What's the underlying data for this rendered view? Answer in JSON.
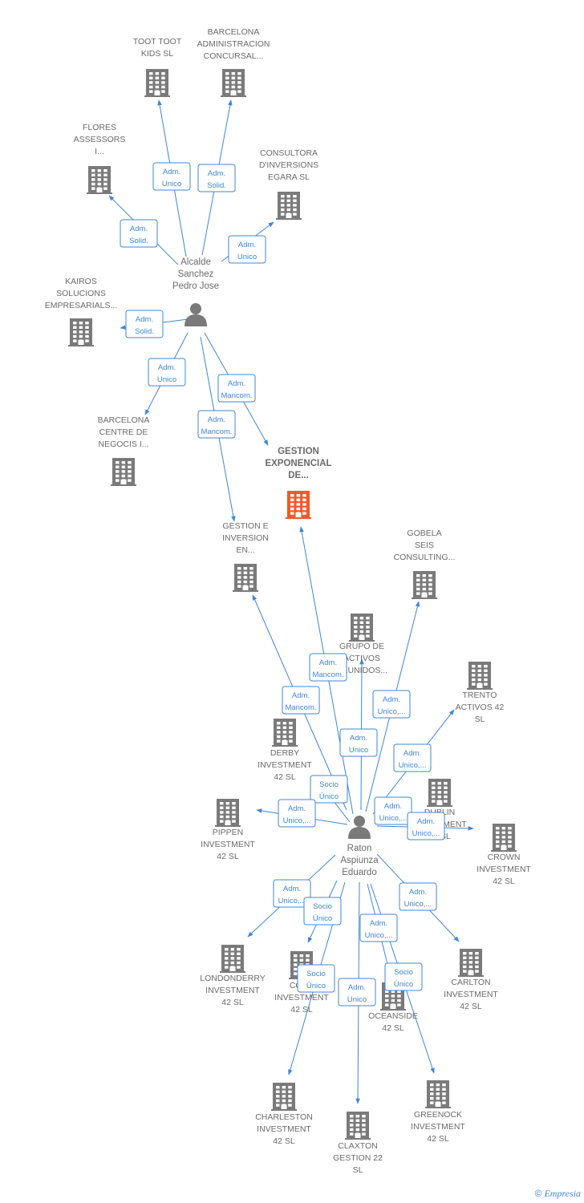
{
  "colors": {
    "edge": "#3f86d8",
    "building": "#7a7a7a",
    "building_highlight": "#f05a28",
    "person": "#7a7a7a"
  },
  "people": [
    {
      "id": "p1",
      "lines": [
        "Alcalde",
        "Sanchez",
        "Pedro Jose"
      ],
      "icon": "person-icon"
    },
    {
      "id": "p2",
      "lines": [
        "Raton",
        "Aspiunza",
        "Eduardo"
      ],
      "icon": "person-icon"
    }
  ],
  "companies": [
    {
      "id": "c_toot",
      "lines": [
        "TOOT TOOT",
        "KIDS  SL"
      ]
    },
    {
      "id": "c_bcnadm",
      "lines": [
        "BARCELONA",
        "ADMINISTRACION",
        "CONCURSAL..."
      ]
    },
    {
      "id": "c_flores",
      "lines": [
        "FLORES",
        "ASSESSORS",
        "I..."
      ]
    },
    {
      "id": "c_consultora",
      "lines": [
        "CONSULTORA",
        "D'INVERSIONS",
        "EGARA  SL"
      ]
    },
    {
      "id": "c_kairos",
      "lines": [
        "KAIROS",
        "SOLUCIONS",
        "EMPRESARIALS..."
      ]
    },
    {
      "id": "c_bcncentre",
      "lines": [
        "BARCELONA",
        "CENTRE DE",
        "NEGOCIS I..."
      ]
    },
    {
      "id": "c_gestexp",
      "lines": [
        "GESTION",
        "EXPONENCIAL",
        "DE..."
      ],
      "highlight": true
    },
    {
      "id": "c_gestinv",
      "lines": [
        "GESTION E",
        "INVERSION",
        "EN..."
      ]
    },
    {
      "id": "c_gobela",
      "lines": [
        "GOBELA",
        "SEIS",
        "CONSULTING..."
      ]
    },
    {
      "id": "c_grupo",
      "lines": [
        "GRUPO DE",
        "ACTIVOS",
        "REUNIDOS..."
      ]
    },
    {
      "id": "c_trento",
      "lines": [
        "TRENTO",
        "ACTIVOS 42",
        "SL"
      ]
    },
    {
      "id": "c_derby",
      "lines": [
        "DERBY",
        "INVESTMENT",
        "42  SL"
      ]
    },
    {
      "id": "c_dublin",
      "lines": [
        "DUBLIN",
        "INVESTMENT",
        "42  SL"
      ]
    },
    {
      "id": "c_pippen",
      "lines": [
        "PIPPEN",
        "INVESTMENT",
        "42  SL"
      ]
    },
    {
      "id": "c_crown",
      "lines": [
        "CROWN",
        "INVESTMENT",
        "42  SL"
      ]
    },
    {
      "id": "c_london",
      "lines": [
        "LONDONDERRY",
        "INVESTMENT",
        "42  SL"
      ]
    },
    {
      "id": "c_cork",
      "lines": [
        "CORK",
        "INVESTMENT",
        "42  SL"
      ]
    },
    {
      "id": "c_oceanside",
      "lines": [
        "OCEANSIDE",
        "42  SL"
      ]
    },
    {
      "id": "c_carlton",
      "lines": [
        "CARLTON",
        "INVESTMENT",
        "42  SL"
      ]
    },
    {
      "id": "c_charleston",
      "lines": [
        "CHARLESTON",
        "INVESTMENT",
        "42  SL"
      ]
    },
    {
      "id": "c_claxton",
      "lines": [
        "CLAXTON",
        "GESTION 22",
        "SL"
      ]
    },
    {
      "id": "c_greenock",
      "lines": [
        "GREENOCK",
        "INVESTMENT",
        "42  SL"
      ]
    }
  ],
  "relations": [
    {
      "lines": [
        "Adm.",
        "Unico"
      ]
    },
    {
      "lines": [
        "Adm.",
        "Solid."
      ]
    },
    {
      "lines": [
        "Adm.",
        "Solid."
      ]
    },
    {
      "lines": [
        "Adm.",
        "Unico"
      ]
    },
    {
      "lines": [
        "Adm.",
        "Solid."
      ]
    },
    {
      "lines": [
        "Adm.",
        "Unico"
      ]
    },
    {
      "lines": [
        "Adm.",
        "Mancom."
      ]
    },
    {
      "lines": [
        "Adm.",
        "Mancom."
      ]
    },
    {
      "lines": [
        "Adm.",
        "Mancom."
      ]
    },
    {
      "lines": [
        "Adm.",
        "Mancom."
      ]
    },
    {
      "lines": [
        "Adm.",
        "Unico,..."
      ]
    },
    {
      "lines": [
        "Adm.",
        "Unico"
      ]
    },
    {
      "lines": [
        "Adm.",
        "Unico,..."
      ]
    },
    {
      "lines": [
        "Socio",
        "Único"
      ]
    },
    {
      "lines": [
        "Adm.",
        "Unico,..."
      ]
    },
    {
      "lines": [
        "Adm.",
        "Unico,..."
      ]
    },
    {
      "lines": [
        "Adm.",
        "Unico,..."
      ]
    },
    {
      "lines": [
        "Adm.",
        "Unico,..."
      ]
    },
    {
      "lines": [
        "Socio",
        "Único"
      ]
    },
    {
      "lines": [
        "Adm.",
        "Unico,..."
      ]
    },
    {
      "lines": [
        "Adm.",
        "Unico,..."
      ]
    },
    {
      "lines": [
        "Socio",
        "Único"
      ]
    },
    {
      "lines": [
        "Adm.",
        "Unico"
      ]
    },
    {
      "lines": [
        "Socio",
        "Único"
      ]
    }
  ],
  "footer": {
    "copyright": "©",
    "brand": "Empresia"
  }
}
